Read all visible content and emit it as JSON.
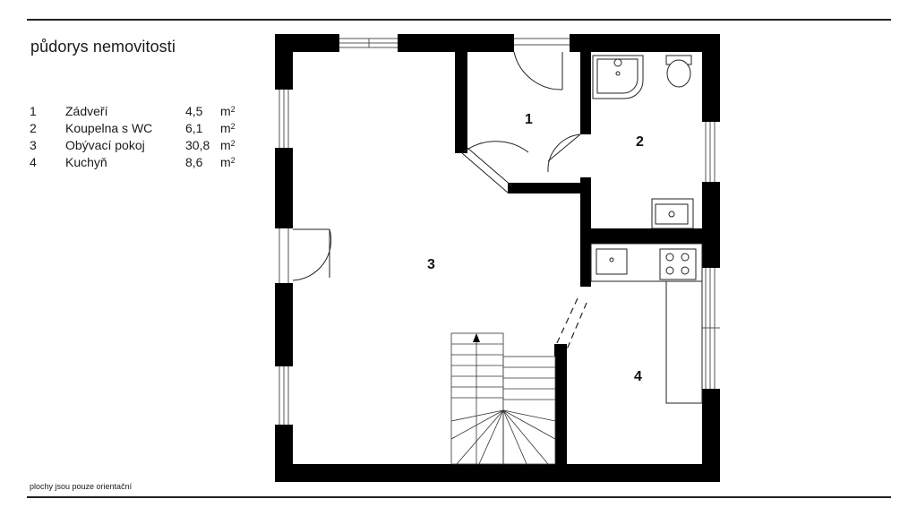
{
  "title": "půdorys nemovitosti",
  "legend": [
    {
      "number": "1",
      "name": "Zádveří",
      "area": "4,5",
      "unit": "m",
      "unit_sup": "2"
    },
    {
      "number": "2",
      "name": "Koupelna s WC",
      "area": "6,1",
      "unit": "m",
      "unit_sup": "2"
    },
    {
      "number": "3",
      "name": "Obývací pokoj",
      "area": "30,8",
      "unit": "m",
      "unit_sup": "2"
    },
    {
      "number": "4",
      "name": "Kuchyň",
      "area": "8,6",
      "unit": "m",
      "unit_sup": "2"
    }
  ],
  "plan": {
    "room_labels": [
      "1",
      "2",
      "3",
      "4"
    ]
  },
  "note": "plochy jsou pouze orientační",
  "colors": {
    "wall": "#000000",
    "line": "#222222",
    "background": "#ffffff"
  }
}
